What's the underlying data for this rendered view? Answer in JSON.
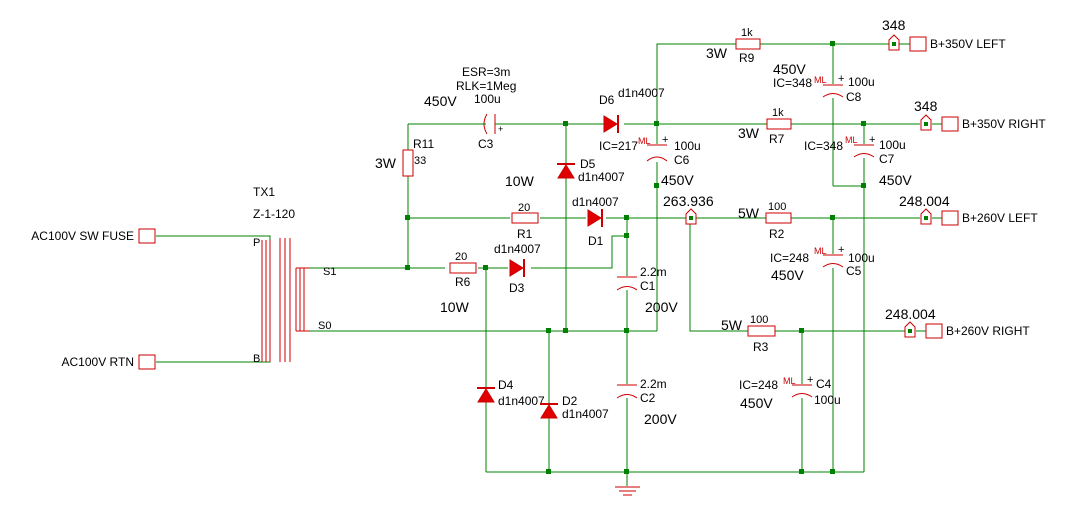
{
  "colors": {
    "wire": "#008000",
    "component": "#cc0000",
    "label": "#000000",
    "ground": "#cc0000"
  },
  "ports": {
    "ac_fuse": "AC100V SW FUSE",
    "ac_rtn": "AC100V RTN",
    "b350_left": "B+350V LEFT",
    "b350_right": "B+350V RIGHT",
    "b260_left": "B+260V LEFT",
    "b260_right": "B+260V RIGHT"
  },
  "probes": {
    "p348_left": "348",
    "p348_right": "348",
    "p248_left": "248.004",
    "p248_right": "248.004",
    "p263": "263.936"
  },
  "transformer": {
    "name": "TX1",
    "model": "Z-1-120",
    "pin_p": "P",
    "pin_b": "B",
    "pin_s1": "S1",
    "pin_s0": "S0"
  },
  "resistors": {
    "r11": {
      "name": "R11",
      "value": "33",
      "power": "3W"
    },
    "r1": {
      "name": "R1",
      "value": "20",
      "power": "10W"
    },
    "r6": {
      "name": "R6",
      "value": "20",
      "power": "10W"
    },
    "r9": {
      "name": "R9",
      "value": "1k",
      "power": "3W"
    },
    "r7": {
      "name": "R7",
      "value": "1k",
      "power": "3W"
    },
    "r2": {
      "name": "R2",
      "value": "100",
      "power": "5W"
    },
    "r3": {
      "name": "R3",
      "value": "100",
      "power": "5W"
    }
  },
  "diodes": {
    "d1": {
      "name": "D1",
      "model": "d1n4007"
    },
    "d2": {
      "name": "D2",
      "model": "d1n4007"
    },
    "d3": {
      "name": "D3",
      "model": "d1n4007"
    },
    "d4": {
      "name": "D4",
      "model": "d1n4007"
    },
    "d5": {
      "name": "D5",
      "model": "d1n4007"
    },
    "d6": {
      "name": "D6",
      "model": "d1n4007"
    }
  },
  "capacitors": {
    "c3": {
      "name": "C3",
      "value": "100u",
      "voltage": "450V",
      "esr": "ESR=3m",
      "rlk": "RLK=1Meg"
    },
    "c6": {
      "name": "C6",
      "value": "100u",
      "voltage": "450V",
      "ic": "IC=217"
    },
    "c8": {
      "name": "C8",
      "value": "100u",
      "voltage": "450V",
      "ic": "IC=348"
    },
    "c7": {
      "name": "C7",
      "value": "100u",
      "voltage": "450V",
      "ic": "IC=348"
    },
    "c5": {
      "name": "C5",
      "value": "100u",
      "voltage": "450V",
      "ic": "IC=248"
    },
    "c4": {
      "name": "C4",
      "value": "100u",
      "voltage": "450V",
      "ic": "IC=248"
    },
    "c1": {
      "name": "C1",
      "value": "2.2m",
      "voltage": "200V"
    },
    "c2": {
      "name": "C2",
      "value": "2.2m",
      "voltage": "200V"
    },
    "ml_marker": "ML",
    "plus_marker": "+"
  }
}
